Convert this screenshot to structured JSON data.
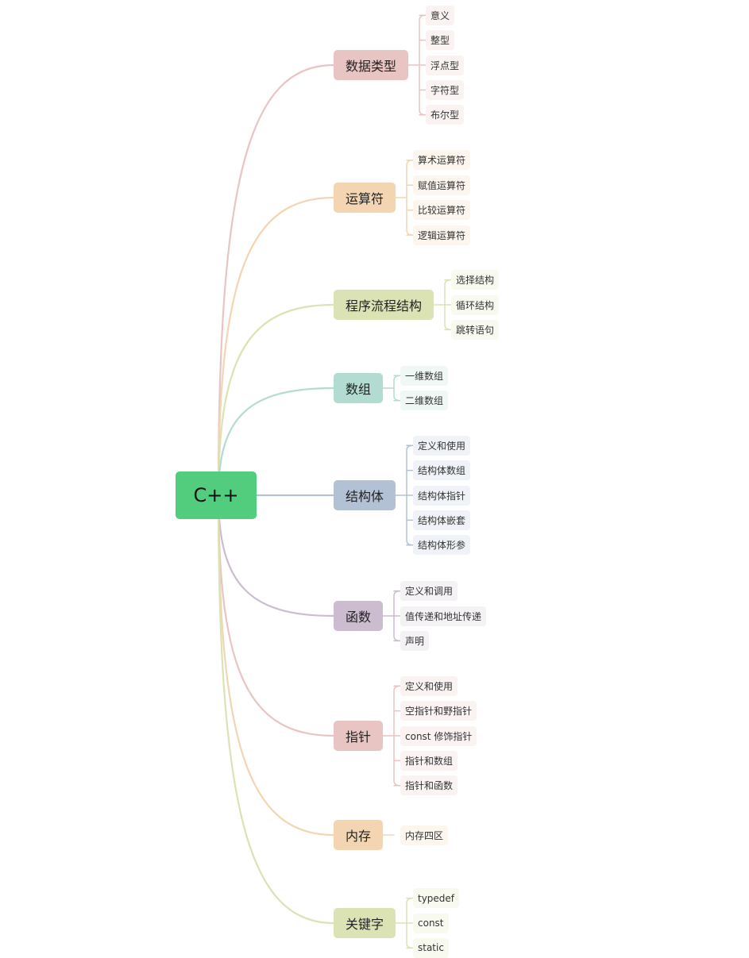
{
  "root": {
    "label": "C++"
  },
  "branches": [
    {
      "label": "数据类型",
      "color": "#e8c4c3",
      "subColor": "#fbf2f2",
      "children": [
        "意义",
        "整型",
        "浮点型",
        "字符型",
        "布尔型"
      ]
    },
    {
      "label": "运算符",
      "color": "#f3d5b2",
      "subColor": "#fdf6ee",
      "children": [
        "算术运算符",
        "赋值运算符",
        "比较运算符",
        "逻辑运算符"
      ]
    },
    {
      "label": "程序流程结构",
      "color": "#dbe2b3",
      "subColor": "#f8f9ef",
      "children": [
        "选择结构",
        "循环结构",
        "跳转语句"
      ]
    },
    {
      "label": "数组",
      "color": "#b2dcd1",
      "subColor": "#eff8f5",
      "children": [
        "一维数组",
        "二维数组"
      ]
    },
    {
      "label": "结构体",
      "color": "#b3c1d4",
      "subColor": "#eff3f7",
      "children": [
        "定义和使用",
        "结构体数组",
        "结构体指针",
        "结构体嵌套",
        "结构体形参"
      ]
    },
    {
      "label": "函数",
      "color": "#cbbccf",
      "subColor": "#f5f2f6",
      "children": [
        "定义和调用",
        "值传递和地址传递",
        "声明"
      ]
    },
    {
      "label": "指针",
      "color": "#e8c4c3",
      "subColor": "#fbf2f2",
      "children": [
        "定义和使用",
        "空指针和野指针",
        "const 修饰指针",
        "指针和数组",
        "指针和函数"
      ]
    },
    {
      "label": "内存",
      "color": "#f3d5b2",
      "subColor": "#fdf6ee",
      "children": [
        "内存四区"
      ]
    },
    {
      "label": "关键字",
      "color": "#dbe2b3",
      "subColor": "#f8f9ef",
      "children": [
        "typedef",
        "const",
        "static"
      ]
    }
  ]
}
